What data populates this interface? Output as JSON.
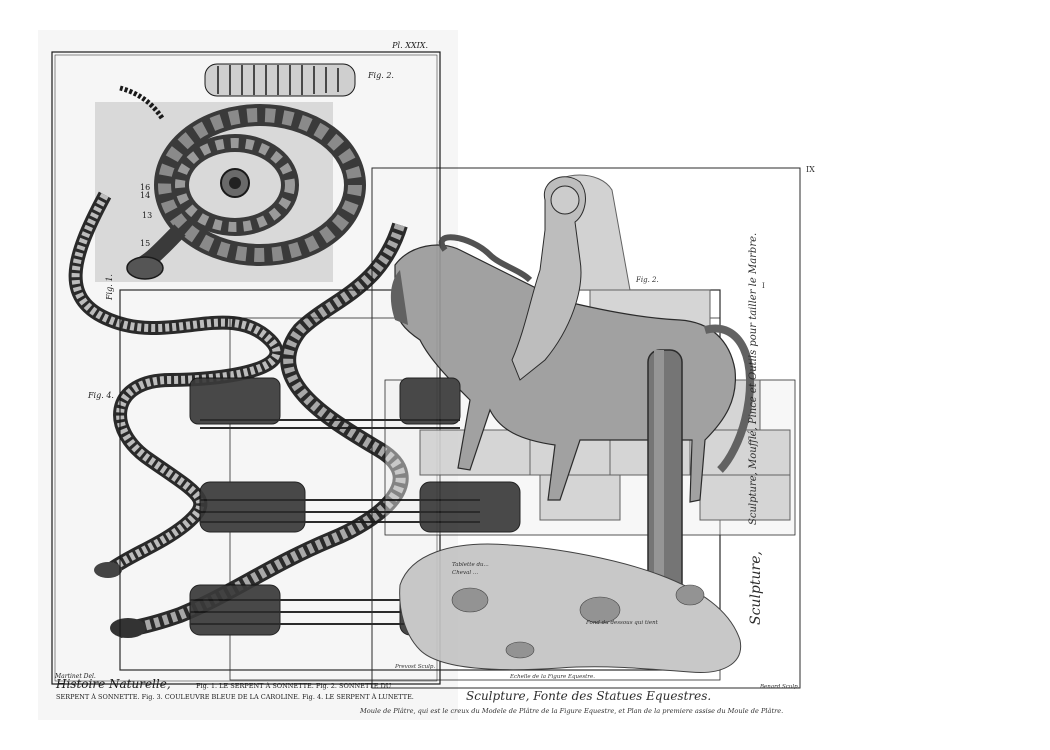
{
  "plate_a": {
    "plate_number": "Pl. XXIX.",
    "fig2_label": "Fig. 2.",
    "fig1_label": "Fig. 1.",
    "fig4_label": "Fig. 4.",
    "callout_16": "16",
    "callout_14": "14",
    "callout_13": "13",
    "callout_15": "15",
    "signature_left": "Martinet Del.",
    "caption_title": "Histoire Naturelle,",
    "caption_line1": "Fig. 1. LE SERPENT À SONNETTE. Fig. 2. SONNETTE DU",
    "caption_line2": "SERPENT À SONNETTE. Fig. 3. COULEUVRE BLEUE DE LA CAROLINE. Fig. 4. LE SERPENT À LUNETTE."
  },
  "plate_b": {
    "plate_number": "IX",
    "corner_mark": "I",
    "fig2_label": "Fig. 2.",
    "vertical_title": "Sculpture, Moufflé, Pince et Outils pour tailler le Marbre.",
    "vertical_title_b": "Sculpture,",
    "scale_caption": "Echelle de la Figure Equestre.",
    "engraver_left": "Prevost Sculp.",
    "engraver_right": "Benard Sculp.",
    "label_tablette": "Tablette du...",
    "label_cheval": "Cheval ...",
    "label_fond": "Fond du dessous qui tient",
    "caption_title": "Sculpture, Fonte des Statues Equestres.",
    "caption_sub": "Moule de Plâtre, qui est le creux du Modele de Plâtre de la Figure Equestre, et Plan de la premiere assise du Moule de Plâtre."
  },
  "colors": {
    "ink": "#1a1a1a",
    "paper": "#ffffff",
    "shade": "#8a8a8a",
    "light": "#d6d6d6"
  }
}
